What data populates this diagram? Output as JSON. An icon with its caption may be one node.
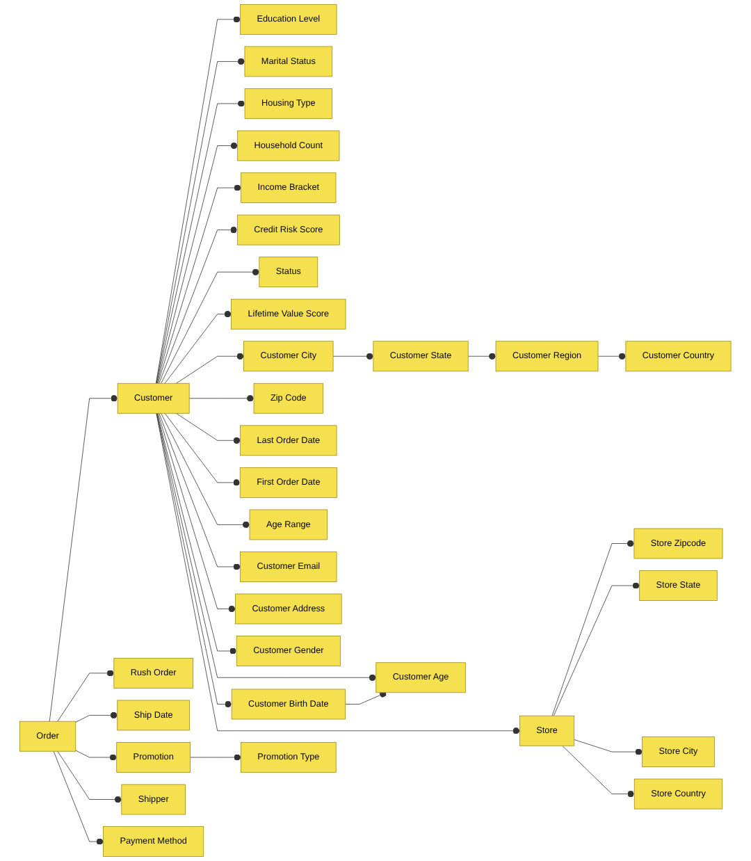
{
  "diagram": {
    "nodes": [
      {
        "text": [
          "Customer Country"
        ]
      },
      {
        "text": [
          "Education Level"
        ]
      },
      {
        "text": [
          "Zip Code"
        ]
      },
      {
        "text": [
          "Last Order Date"
        ]
      },
      {
        "text": [
          "Customer Region"
        ]
      },
      {
        "text": [
          "Marital Status"
        ]
      },
      {
        "text": [
          "First Order Date"
        ]
      },
      {
        "text": [
          "Housing Type"
        ]
      },
      {
        "text": [
          "Customer State"
        ]
      },
      {
        "text": [
          "Age Range"
        ]
      },
      {
        "text": [
          "Household Count"
        ]
      },
      {
        "text": [
          "Customer City"
        ]
      },
      {
        "text": [
          "Customer Email"
        ]
      },
      {
        "text": [
          "Customer Address"
        ]
      },
      {
        "text": [
          "Income Bracket"
        ]
      },
      {
        "text": [
          "Credit Risk Score"
        ]
      },
      {
        "text": [
          "Customer Gender"
        ]
      },
      {
        "text": [
          "Status"
        ]
      },
      {
        "text": [
          "Customer"
        ]
      },
      {
        "text": [
          "Lifetime Value Score"
        ]
      },
      {
        "text": [
          "Customer Birth Date"
        ]
      },
      {
        "text": [
          "Customer Age"
        ]
      },
      {
        "text": [
          "Store Zipcode"
        ]
      },
      {
        "text": [
          "Rush Order"
        ]
      },
      {
        "text": [
          "Order"
        ]
      },
      {
        "text": [
          "Shipper"
        ]
      },
      {
        "text": [
          "Store"
        ]
      },
      {
        "text": [
          "Store State"
        ]
      },
      {
        "text": [
          "Ship Date"
        ]
      },
      {
        "text": [
          "Store City"
        ]
      },
      {
        "text": [
          "Promotion"
        ]
      },
      {
        "text": [
          "Promotion Type"
        ]
      },
      {
        "text": [
          "Payment Method"
        ]
      },
      {
        "text": [
          "Store Country"
        ]
      }
    ],
    "edges": [
      {
        "from": 18,
        "to": 1,
        "arrow": "other"
      },
      {
        "from": 18,
        "to": 5,
        "arrow": "other"
      },
      {
        "from": 18,
        "to": 7,
        "arrow": "other"
      },
      {
        "from": 18,
        "to": 10,
        "arrow": "other"
      },
      {
        "from": 18,
        "to": 14,
        "arrow": "other"
      },
      {
        "from": 18,
        "to": 15,
        "arrow": "other"
      },
      {
        "from": 18,
        "to": 17,
        "arrow": "other"
      },
      {
        "from": 18,
        "to": 19,
        "arrow": "other"
      },
      {
        "from": 18,
        "to": 11,
        "arrow": "other"
      },
      {
        "from": 18,
        "to": 2,
        "arrow": "other"
      },
      {
        "from": 18,
        "to": 3,
        "arrow": "other"
      },
      {
        "from": 18,
        "to": 6,
        "arrow": "other"
      },
      {
        "from": 18,
        "to": 9,
        "arrow": "other"
      },
      {
        "from": 18,
        "to": 12,
        "arrow": "other"
      },
      {
        "from": 18,
        "to": 13,
        "arrow": "other"
      },
      {
        "from": 18,
        "to": 16,
        "arrow": "other"
      },
      {
        "from": 18,
        "to": 21,
        "arrow": "other"
      },
      {
        "from": 18,
        "to": 20,
        "arrow": "other"
      },
      {
        "from": 20,
        "to": 21,
        "arrow": "other"
      },
      {
        "from": 11,
        "to": 8,
        "arrow": "other"
      },
      {
        "from": 8,
        "to": 4,
        "arrow": "other"
      },
      {
        "from": 4,
        "to": 0,
        "arrow": "other"
      },
      {
        "from": 24,
        "to": 18,
        "arrow": "other"
      },
      {
        "from": 18,
        "to": 26,
        "arrow": "other"
      },
      {
        "from": 24,
        "to": 23,
        "arrow": "other"
      },
      {
        "from": 24,
        "to": 28,
        "arrow": "other"
      },
      {
        "from": 24,
        "to": 30,
        "arrow": "other"
      },
      {
        "from": 24,
        "to": 25,
        "arrow": "other"
      },
      {
        "from": 24,
        "to": 32,
        "arrow": "other"
      },
      {
        "from": 30,
        "to": 31,
        "arrow": "other"
      },
      {
        "from": 26,
        "to": 22,
        "arrow": "other"
      },
      {
        "from": 26,
        "to": 27,
        "arrow": "other"
      },
      {
        "from": 26,
        "to": 29,
        "arrow": "other"
      },
      {
        "from": 26,
        "to": 33,
        "arrow": "other"
      }
    ]
  }
}
